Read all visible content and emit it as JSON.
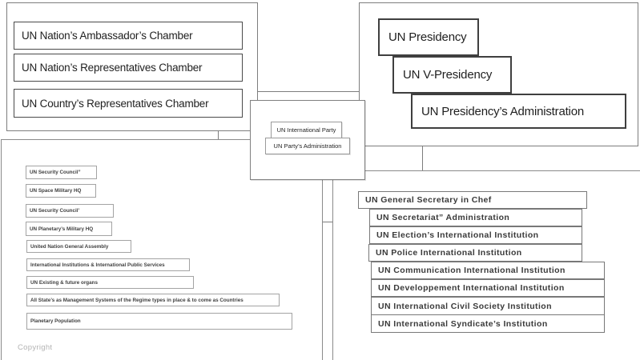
{
  "copyright": "Copyright",
  "top_left": {
    "items": [
      "UN Nation’s Ambassador’s Chamber",
      "UN Nation’s Representatives Chamber",
      "UN Country’s Representatives Chamber"
    ]
  },
  "presidency": {
    "items": [
      "UN Presidency",
      "UN V-Presidency",
      "UN Presidency’s Administration"
    ]
  },
  "party": {
    "items": [
      "UN International Party",
      "UN Party’s Administration"
    ]
  },
  "assembly": {
    "items": [
      "UN Security Council”",
      "UN Space Military HQ",
      "UN Security Council’",
      "UN Planetary’s Military HQ",
      "United Nation General Assembly",
      "International Institutions & International Public Services",
      "UN Existing & future organs",
      "All State’s as Management Systems of the Regime types in place & to come as Countries",
      "Planetary Population"
    ]
  },
  "secretariat": {
    "head": "UN General Secretary in Chef",
    "items": [
      "UN Secretariat” Administration",
      "UN Election’s International Institution",
      "UN Police International Institution",
      "UN Communication International Institution",
      "UN Developpement International Institution",
      "UN International Civil Society Institution",
      "UN International Syndicate’s Institution"
    ]
  }
}
